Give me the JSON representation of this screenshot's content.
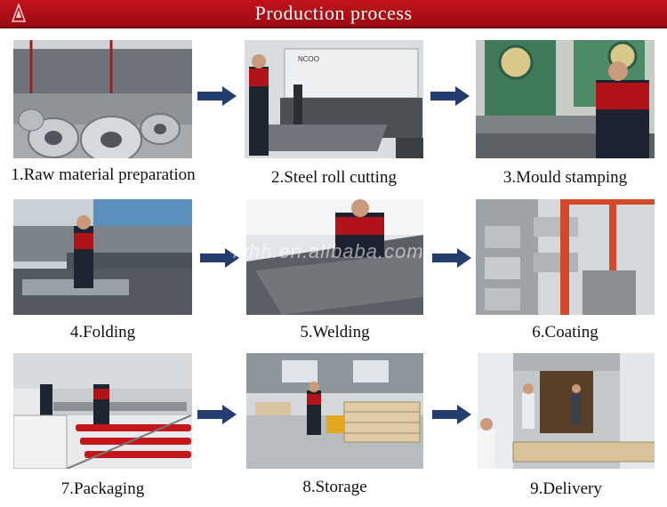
{
  "header": {
    "title": "Production process"
  },
  "steps": [
    {
      "caption": "1.Raw material preparation"
    },
    {
      "caption": "2.Steel roll cutting",
      "machine_label": "NCOO"
    },
    {
      "caption": "3.Mould stamping"
    },
    {
      "caption": "4.Folding"
    },
    {
      "caption": "5.Welding"
    },
    {
      "caption": "6.Coating"
    },
    {
      "caption": "7.Packaging"
    },
    {
      "caption": "8.Storage"
    },
    {
      "caption": "9.Delivery"
    }
  ],
  "watermark": "lyhh.en.alibaba.com",
  "colors": {
    "header": "#b01018",
    "arrow": "#243d6e"
  }
}
